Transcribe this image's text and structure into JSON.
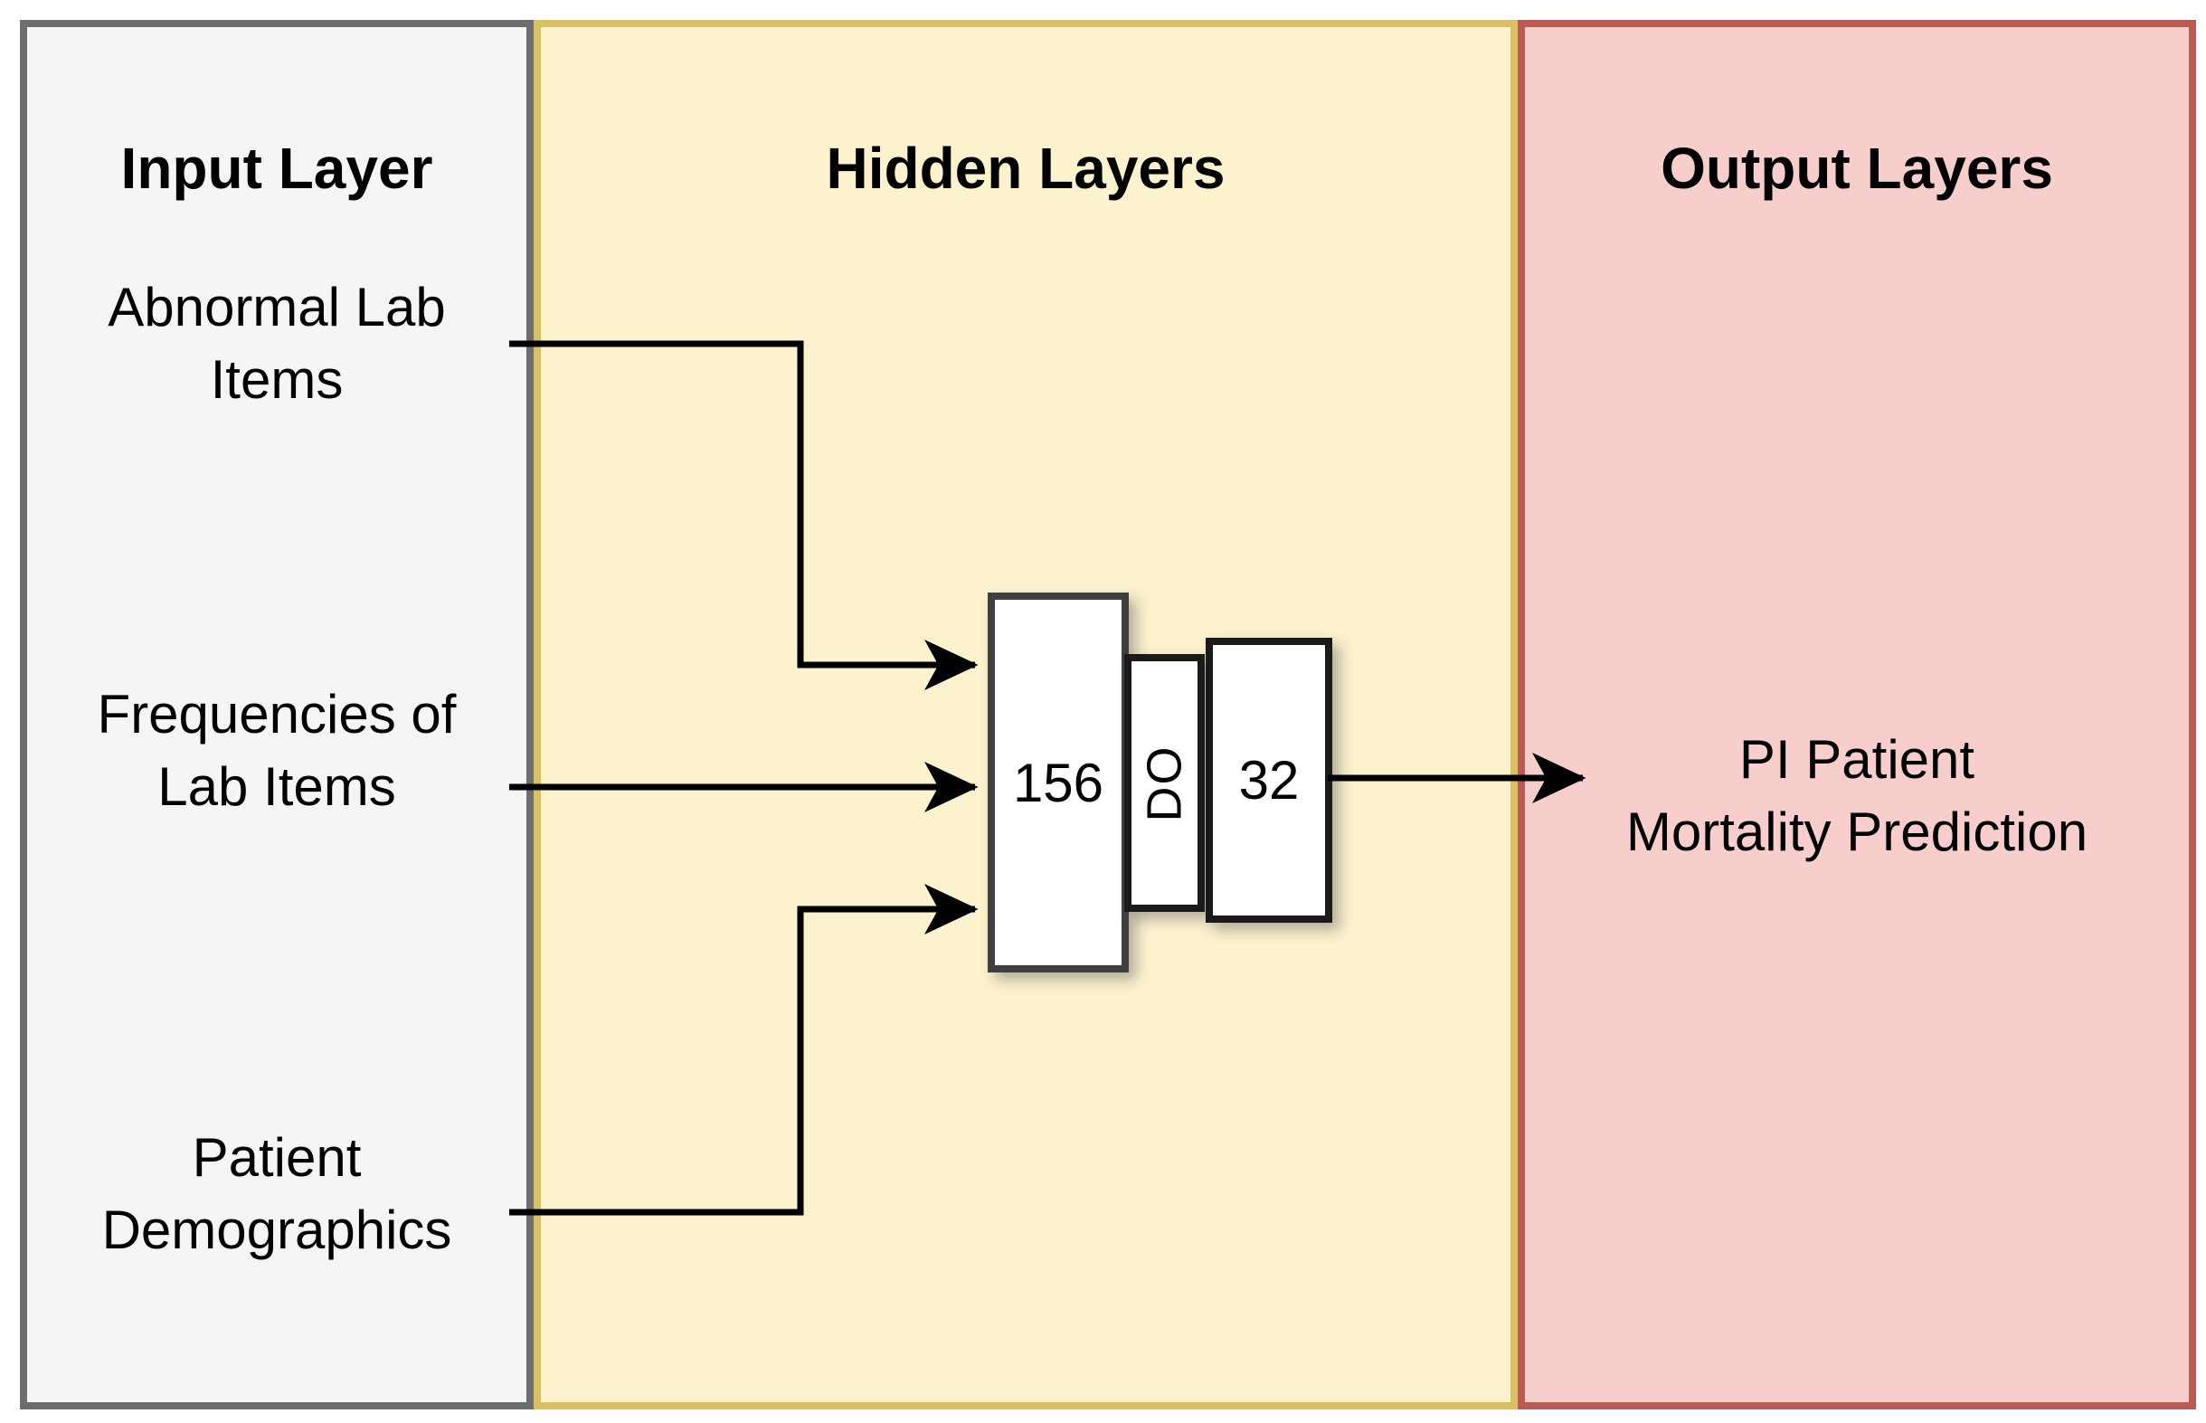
{
  "diagram": {
    "panels": {
      "input": {
        "title": "Input Layer",
        "fill": "#f5f5f5",
        "border": "#6e6e6e"
      },
      "hidden": {
        "title": "Hidden Layers",
        "fill": "#fcf2ce",
        "border": "#dbbf63"
      },
      "output": {
        "title": "Output Layers",
        "fill": "#f7cecc",
        "border": "#bb5b54"
      }
    },
    "inputs": [
      {
        "label": "Abnormal Lab\nItems"
      },
      {
        "label": "Frequencies of\nLab Items"
      },
      {
        "label": "Patient\nDemographics"
      }
    ],
    "hidden_boxes": [
      {
        "label": "156",
        "meaning": "dense-layer-156-units"
      },
      {
        "label": "DO",
        "meaning": "dropout-layer"
      },
      {
        "label": "32",
        "meaning": "dense-layer-32-units"
      }
    ],
    "output_label": "PI Patient\nMortality Prediction",
    "connector_color": "#000000",
    "box_fill": "#ffffff"
  }
}
